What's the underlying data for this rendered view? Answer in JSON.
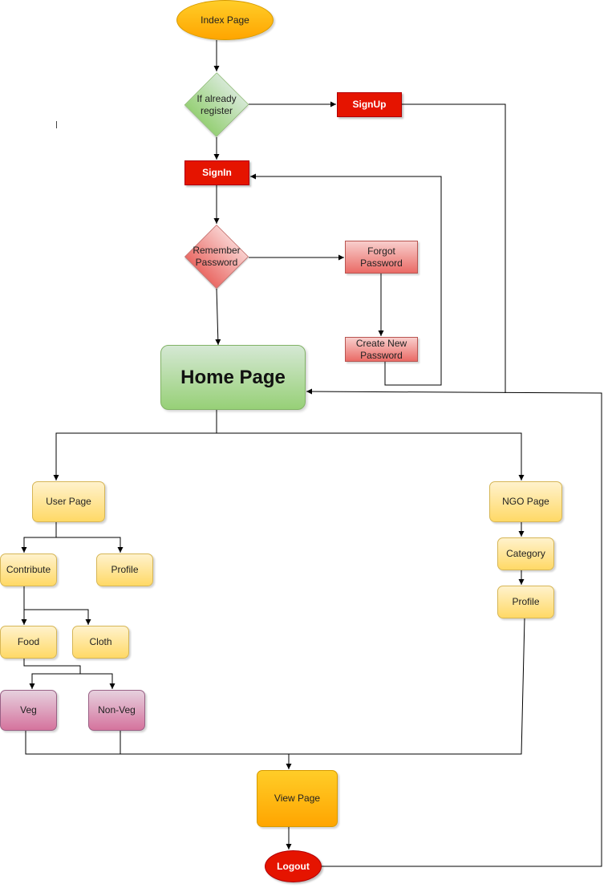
{
  "diagram": {
    "nodes": {
      "index_page": "Index Page",
      "if_already_register": "If already register",
      "signup": "SignUp",
      "signin": "SignIn",
      "remember_password": "Remember Password",
      "forgot_password": "Forgot Password",
      "create_new_password": "Create New Password",
      "home_page": "Home Page",
      "user_page": "User Page",
      "ngo_page": "NGO Page",
      "contribute": "Contribute",
      "user_profile": "Profile",
      "food": "Food",
      "cloth": "Cloth",
      "veg": "Veg",
      "non_veg": "Non-Veg",
      "category": "Category",
      "ngo_profile": "Profile",
      "view_page": "View Page",
      "logout": "Logout"
    },
    "colors": {
      "line": "#000000",
      "yellow_node": "#ffd966",
      "orange_node": "#ffa500",
      "purple_node": "#d5739d",
      "green_node": "#97d077",
      "red_node": "#e51400",
      "salmon_node": "#ea6b66"
    }
  }
}
